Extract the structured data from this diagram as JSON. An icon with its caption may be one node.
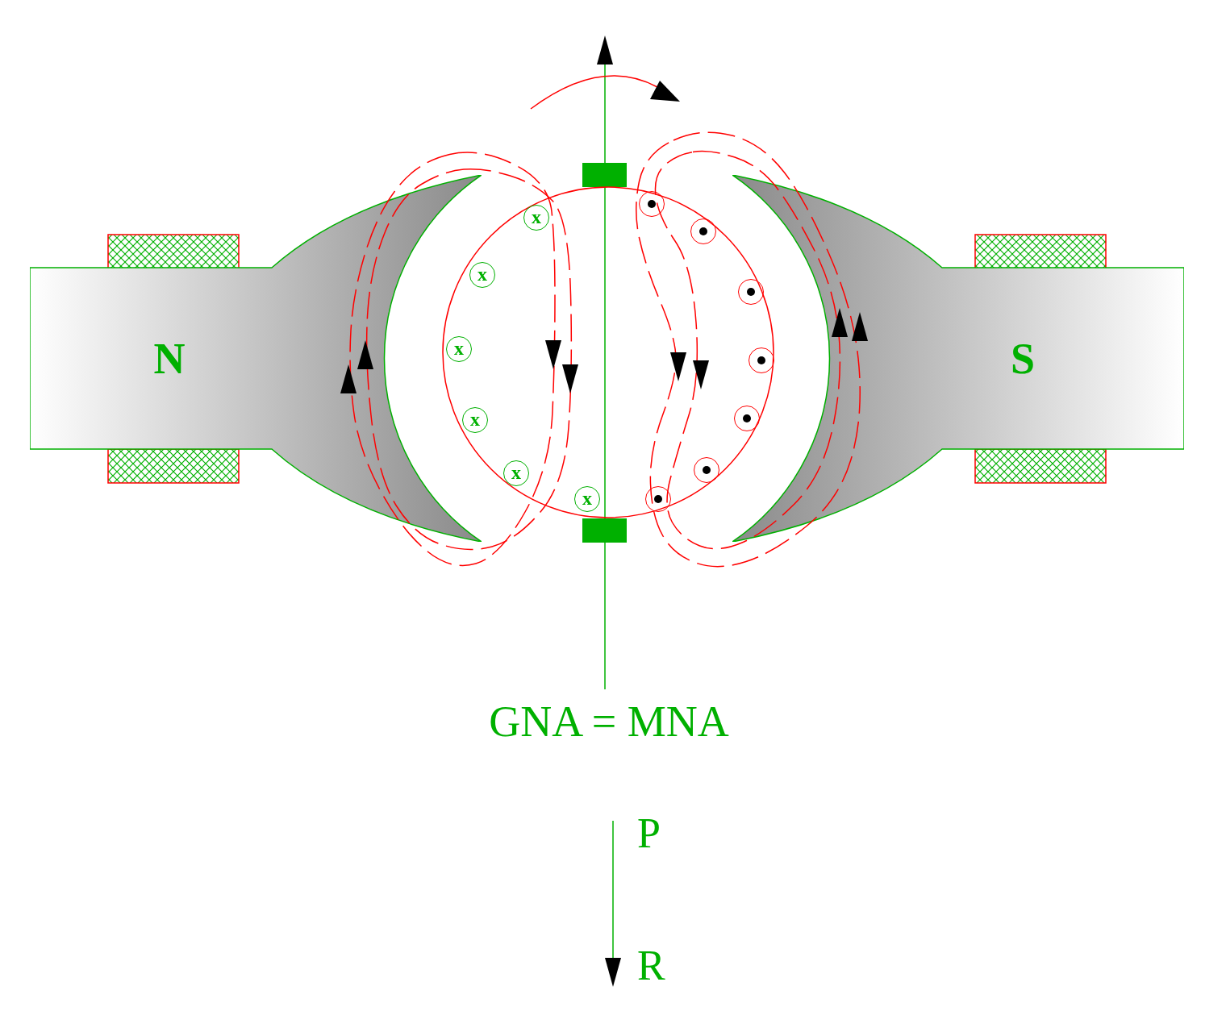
{
  "diagram": {
    "nodes": [
      {
        "text": [
          "N"
        ]
      },
      {
        "text": [
          "S"
        ]
      },
      {
        "text": [],
        "shape": "circle"
      },
      {
        "text": [
          "x"
        ],
        "in": 2
      },
      {
        "text": [
          "x"
        ],
        "in": 2
      },
      {
        "text": [
          "x"
        ],
        "in": 2
      },
      {
        "text": [
          "x"
        ],
        "in": 2
      },
      {
        "text": [
          "x"
        ],
        "in": 2
      },
      {
        "text": [
          "x"
        ],
        "in": 2
      },
      {
        "text": [],
        "shape": "circle",
        "in": 2
      },
      {
        "text": [],
        "shape": "circle",
        "in": 2
      },
      {
        "text": [],
        "shape": "circle",
        "in": 2
      },
      {
        "text": [],
        "shape": "circle",
        "in": 2
      },
      {
        "text": [],
        "shape": "circle",
        "in": 2
      },
      {
        "text": [],
        "shape": "circle",
        "in": 2
      },
      {
        "text": [],
        "shape": "circle",
        "in": 2
      }
    ],
    "labels": [
      "GNA = MNA",
      "P",
      "R"
    ]
  }
}
